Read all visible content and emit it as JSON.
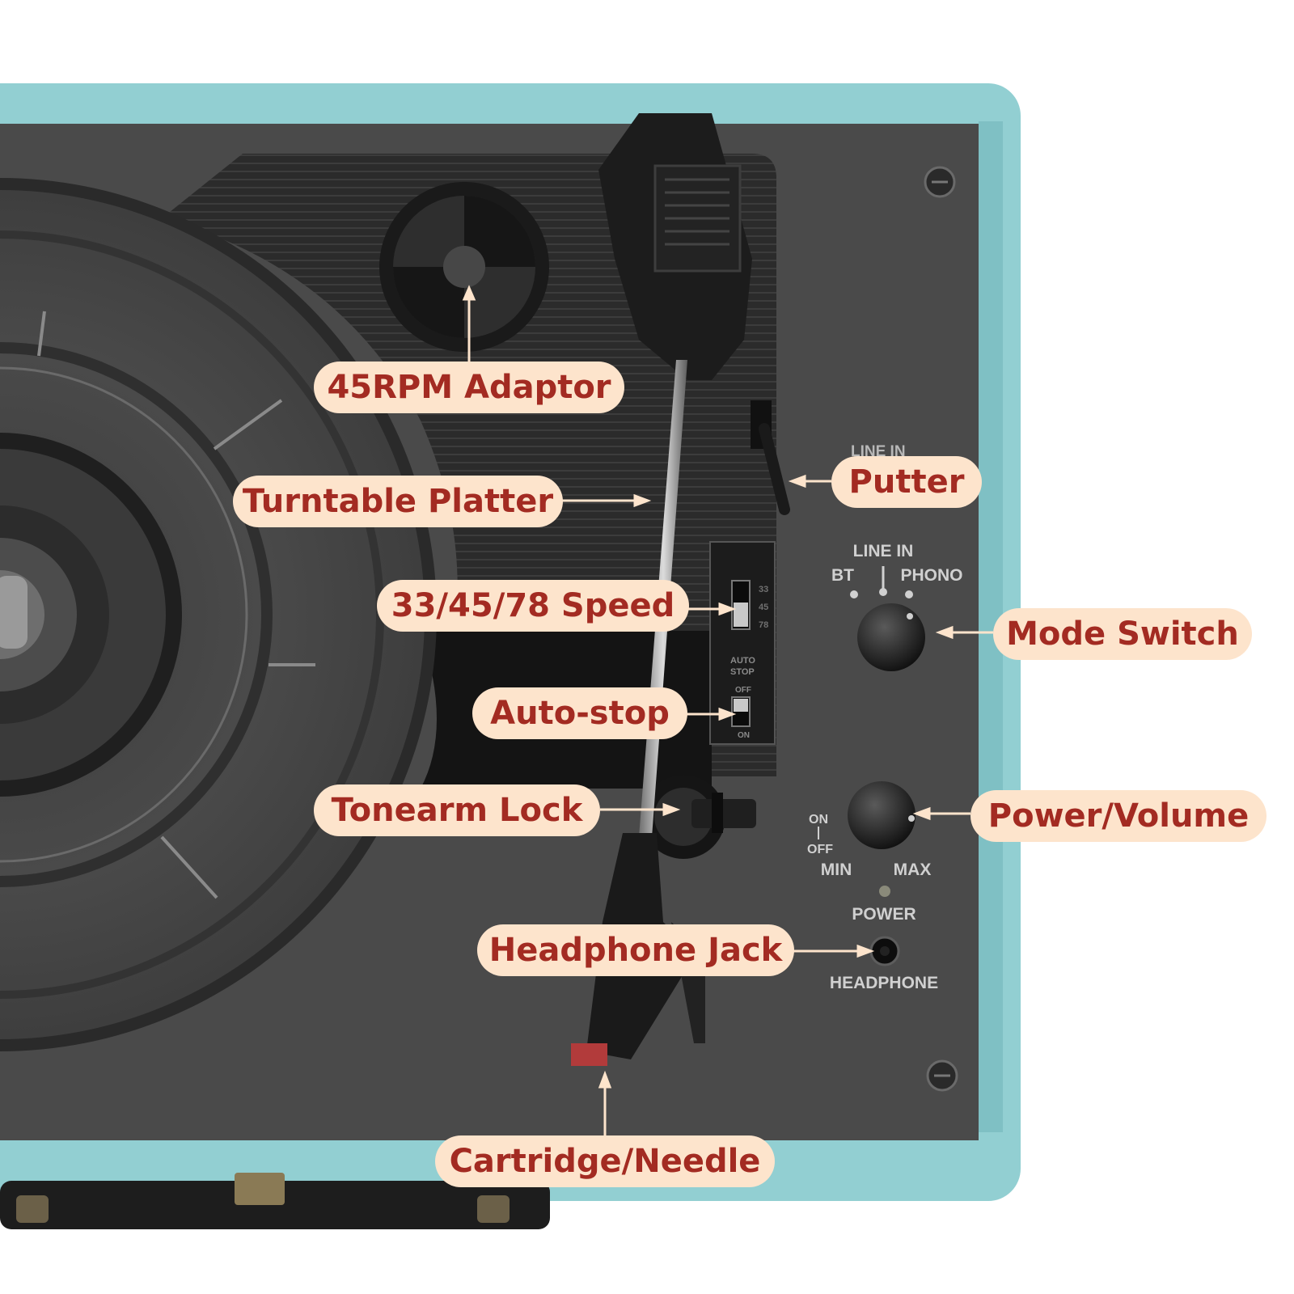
{
  "colors": {
    "label_bg": "#fde4cc",
    "label_text": "#a32b22",
    "case_teal": "#92cfd2",
    "panel": "#4a4a4a",
    "leader": "#fde4cc"
  },
  "callouts": {
    "adaptor": "45RPM Adaptor",
    "platter": "Turntable Platter",
    "speed": "33/45/78 Speed",
    "autostop": "Auto-stop",
    "tonearm_lock": "Tonearm Lock",
    "headphone_jack": "Headphone Jack",
    "cartridge": "Cartridge/Needle",
    "putter": "Putter",
    "mode_switch": "Mode Switch",
    "power_volume": "Power/Volume"
  },
  "panel": {
    "line_in": "LINE IN",
    "bt": "BT",
    "phono": "PHONO",
    "on": "ON",
    "off": "OFF",
    "min": "MIN",
    "max": "MAX",
    "power": "POWER",
    "headphone": "HEADPHONE",
    "speed_33": "33",
    "speed_45": "45",
    "speed_78": "78",
    "auto": "AUTO",
    "stop": "STOP",
    "switch_off": "OFF",
    "switch_on": "ON"
  }
}
